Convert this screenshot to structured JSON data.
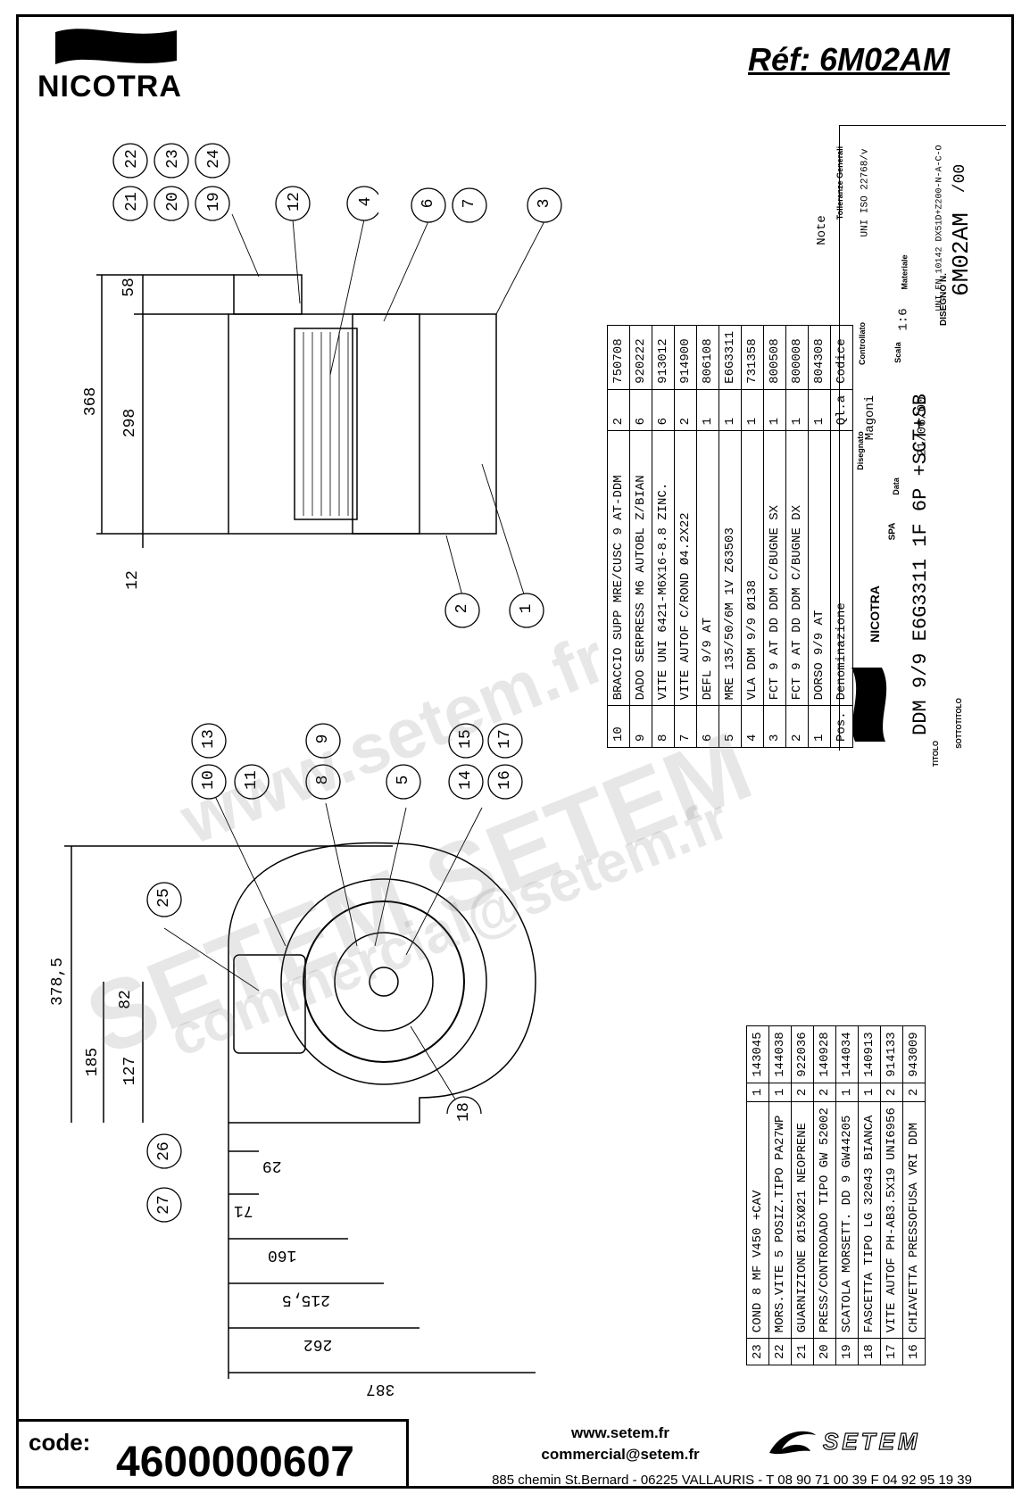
{
  "header": {
    "brand": "NICOTRA",
    "reference": "Réf: 6M02AM"
  },
  "balloons_top": [
    "22",
    "23",
    "24",
    "21",
    "20",
    "19",
    "12",
    "4",
    "6",
    "7",
    "3"
  ],
  "balloons_side": [
    "1",
    "2"
  ],
  "balloons_front": [
    "13",
    "10",
    "11",
    "9",
    "8",
    "5",
    "15",
    "14",
    "17",
    "16",
    "25",
    "18",
    "26",
    "27"
  ],
  "dimensions": {
    "side": [
      "58",
      "368",
      "298",
      "12"
    ],
    "front_vertical": [
      "378,5",
      "82",
      "185",
      "127"
    ],
    "front_horizontal": [
      "29",
      "71",
      "160",
      "215,5",
      "262",
      "387"
    ]
  },
  "parts_list_main": {
    "header": [
      "Pos.",
      "Denominazione",
      "Ql.a",
      "Codice",
      "Note"
    ],
    "rows": [
      [
        "10",
        "BRACCIO SUPP MRE/CUSC 9 AT-DDM",
        "2",
        "750708"
      ],
      [
        "9",
        "DADO SERPRESS M6 AUTOBL Z/BIAN",
        "6",
        "920222"
      ],
      [
        "8",
        "VITE UNI 6421-M6X16-8.8 ZINC.",
        "6",
        "913012"
      ],
      [
        "7",
        "VITE AUTOF C/ROND Ø4.2X22",
        "2",
        "914900"
      ],
      [
        "6",
        "DEFL 9/9 AT",
        "1",
        "806108"
      ],
      [
        "5",
        "MRE 135/50/6M 1V Z63503",
        "1",
        "E6G3311"
      ],
      [
        "4",
        "VLA DDM 9/9 Ø138",
        "1",
        "731358"
      ],
      [
        "3",
        "FCT 9 AT DD DDM C/BUGNE SX",
        "1",
        "800508"
      ],
      [
        "2",
        "FCT 9 AT DD DDM C/BUGNE DX",
        "1",
        "800008"
      ],
      [
        "1",
        "DORSO 9/9 AT",
        "1",
        "804308"
      ]
    ]
  },
  "title_block": {
    "company": "NICOTRA",
    "company_suffix": "SPA",
    "designed_label": "Disegnato",
    "designed_value": "Magoni",
    "checked_label": "Controllato",
    "date_label": "Data",
    "date_value": "21/06/00",
    "scale_label": "Scala",
    "scale_value": "1:6",
    "material_label": "Materiale",
    "material_value": "UNI EN 10142 DX51D+Z200-N-A-C-O",
    "tolerance_label": "Tolleranze Generali",
    "tolerance_value": "UNI ISO 22768/v",
    "drawing_label": "DISEGNO N.",
    "drawing_value": "6M02AM",
    "drawing_rev": "/00",
    "title_label": "TITOLO",
    "subtitle_label": "SOTTOTITOLO",
    "title_value": "DDM 9/9 E6G3311 1F 6P +SCT+SB"
  },
  "parts_list_secondary": {
    "rows": [
      [
        "23",
        "COND 8 MF V450 +CAV",
        "1",
        "143045"
      ],
      [
        "22",
        "MORS.VITE 5 POSIZ.TIPO PA27WP",
        "1",
        "144038"
      ],
      [
        "21",
        "GUARNIZIONE Ø15XØ21 NEOPRENE",
        "2",
        "922036"
      ],
      [
        "20",
        "PRESS/CONTRODADO TIPO GW 52002",
        "2",
        "140928"
      ],
      [
        "19",
        "SCATOLA MORSETT. DD 9 GW44205",
        "1",
        "144034"
      ],
      [
        "18",
        "FASCETTA TIPO LG 32043 BIANCA",
        "1",
        "140913"
      ],
      [
        "17",
        "VITE AUTOF PH-AB3.5X19 UNI6956",
        "2",
        "914133"
      ],
      [
        "16",
        "CHIAVETTA PRESSOFUSA VRI DDM",
        "2",
        "943009"
      ]
    ]
  },
  "watermarks": [
    "www.setem.fr",
    "SETEM SETEM",
    "commercial@setem.fr"
  ],
  "footer": {
    "code_label": "code:",
    "code_value": "4600000607",
    "website": "www.setem.fr",
    "email": "commercial@setem.fr",
    "address": "885 chemin St.Bernard  -  06225 VALLAURIS  -  T 08 90 71 00 39  F 04 92 95 19 39",
    "logo_text": "SETEM"
  }
}
